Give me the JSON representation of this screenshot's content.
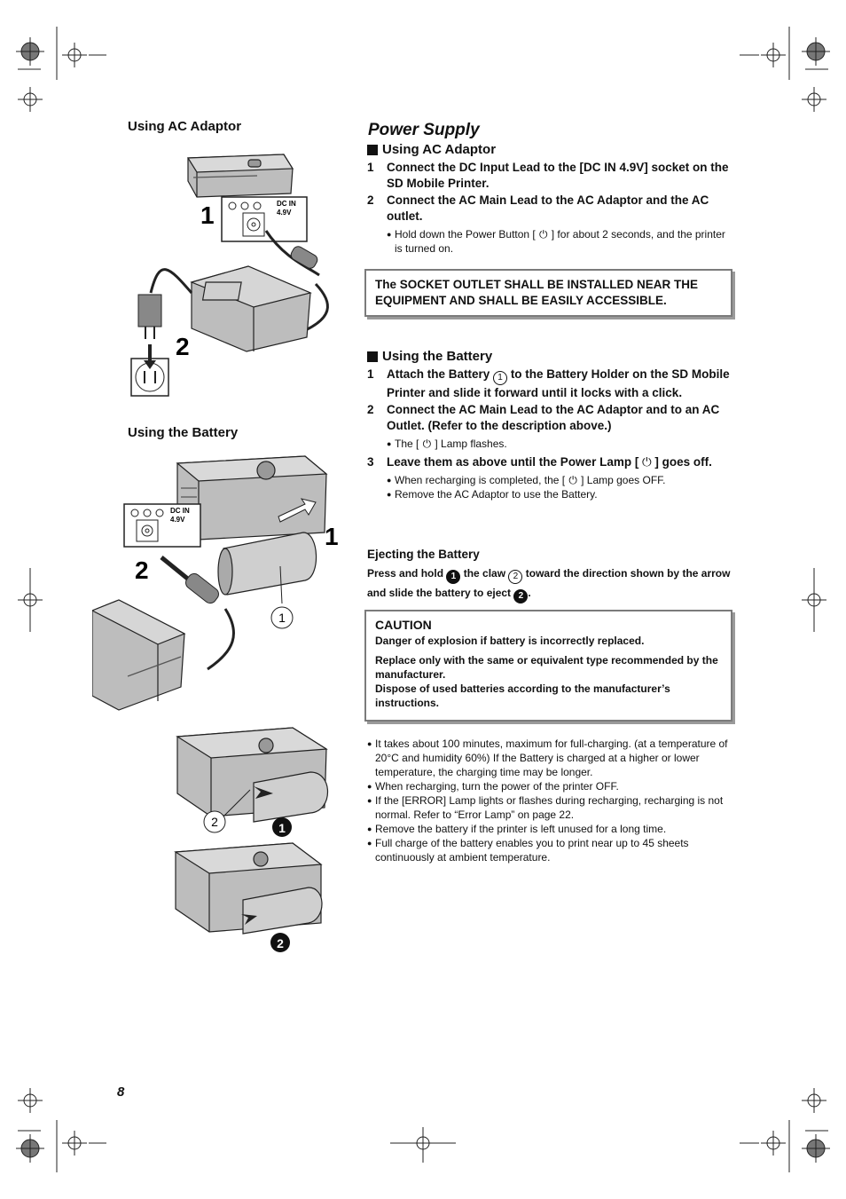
{
  "left": {
    "ac_heading": "Using AC Adaptor",
    "battery_heading": "Using the Battery",
    "fig1": {
      "num1": "1",
      "num2": "2",
      "dc_in": "DC IN",
      "volt": "4.9V"
    },
    "fig2": {
      "num1": "1",
      "num2": "2",
      "dc_in": "DC IN",
      "volt": "4.9V",
      "circle1": "1"
    },
    "fig3": {
      "circle2": "2",
      "filled1": "1",
      "filled2": "2"
    }
  },
  "title": "Power Supply",
  "ac": {
    "heading": "Using AC Adaptor",
    "steps": [
      {
        "num": "1",
        "text": "Connect the DC Input Lead to the [DC IN 4.9V] socket on the SD Mobile Printer."
      },
      {
        "num": "2",
        "text": "Connect the AC Main Lead to the AC Adaptor and the AC outlet."
      }
    ],
    "note_pre": "Hold down the Power Button [",
    "note_post": "] for about 2 seconds, and the printer is turned on."
  },
  "socket_notice": "The SOCKET OUTLET SHALL BE INSTALLED NEAR THE EQUIPMENT AND SHALL BE EASILY ACCESSIBLE.",
  "battery": {
    "heading": "Using the Battery",
    "step1_num": "1",
    "step1_pre": "Attach the Battery",
    "step1_circle": "1",
    "step1_post": "to the Battery Holder on the SD Mobile Printer and slide it forward until it locks with a click.",
    "step2_num": "2",
    "step2_text": "Connect the AC Main Lead to the AC Adaptor and to an AC Outlet. (Refer to the description above.)",
    "step2_note_pre": "The [",
    "step2_note_post": "] Lamp flashes.",
    "step3_num": "3",
    "step3_pre": "Leave them as above until the Power Lamp [",
    "step3_post": "] goes off.",
    "step3_note1_pre": "When recharging is completed, the [",
    "step3_note1_post": "] Lamp goes OFF.",
    "step3_note2": "Remove the AC Adaptor to use the Battery."
  },
  "eject": {
    "heading": "Ejecting the Battery",
    "t1": "Press and hold",
    "f1": "1",
    "t2": "the claw",
    "c2": "2",
    "t3": "toward the direction shown by the arrow and slide the battery to eject",
    "f2": "2",
    "t4": "."
  },
  "caution": {
    "title": "CAUTION",
    "p1": "Danger of explosion if battery is incorrectly replaced.",
    "p2a": "Replace only with the same or equivalent type recommended by the manufacturer.",
    "p2b": "Dispose of used batteries according to the manufacturer’s instructions."
  },
  "notes": [
    "It takes about 100 minutes, maximum for full-charging. (at a temperature of 20°C and humidity 60%) If the Battery is charged at a higher or lower temperature, the charging time may be longer.",
    "When recharging, turn the power of the printer OFF.",
    "If the [ERROR] Lamp lights or flashes during recharging, recharging is not normal. Refer to “Error Lamp” on page 22.",
    "Remove the battery if the printer is left unused for a long time.",
    "Full charge of the battery enables you to print near up to 45 sheets continuously at ambient temperature."
  ],
  "page_number": "8",
  "icons": {
    "power": "⏻",
    "bullet": "●"
  }
}
